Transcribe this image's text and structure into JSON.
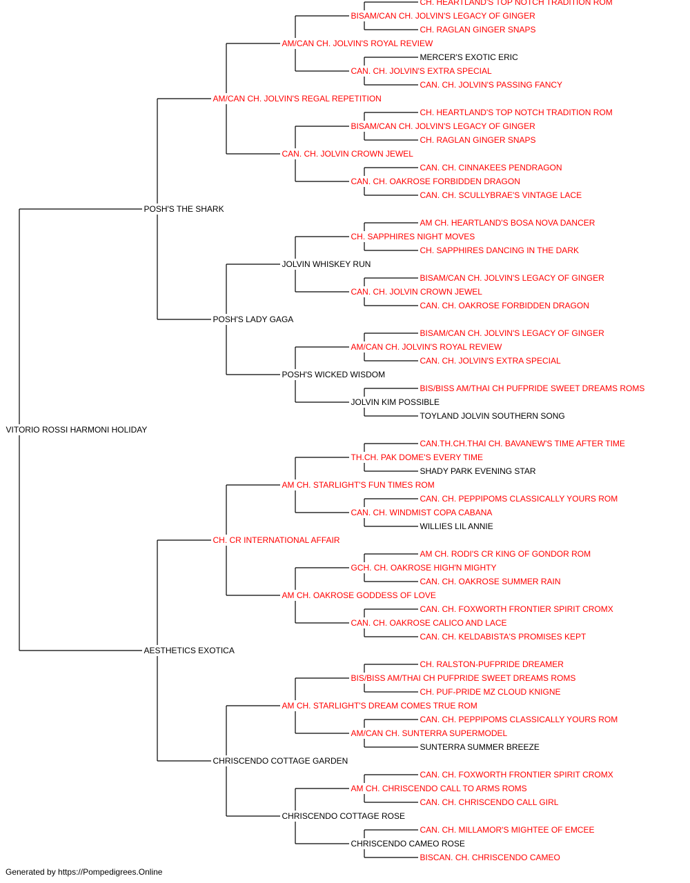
{
  "colors": {
    "champion": "#ff0000",
    "regular": "#000000",
    "line": "#000000"
  },
  "pedigree": {
    "subject": {
      "name": "VITORIO ROSSI HARMONI HOLIDAY",
      "champion": false
    },
    "sire": {
      "name": "POSH'S THE SHARK",
      "champion": false,
      "sire": {
        "name": "AM/CAN CH. JOLVIN'S REGAL REPETITION",
        "champion": true,
        "sire": {
          "name": "AM/CAN CH. JOLVIN'S ROYAL REVIEW",
          "champion": true,
          "sire": {
            "name": "BISAM/CAN CH. JOLVIN'S LEGACY OF GINGER",
            "champion": true,
            "sire": {
              "name": "CH. HEARTLAND'S TOP NOTCH TRADITION ROM",
              "champion": true
            },
            "dam": {
              "name": "CH. RAGLAN GINGER SNAPS",
              "champion": true
            }
          },
          "dam": {
            "name": "CAN. CH. JOLVIN'S EXTRA SPECIAL",
            "champion": true,
            "sire": {
              "name": "MERCER'S EXOTIC ERIC",
              "champion": false
            },
            "dam": {
              "name": "CAN. CH. JOLVIN'S PASSING FANCY",
              "champion": true
            }
          }
        },
        "dam": {
          "name": "CAN. CH. JOLVIN CROWN JEWEL",
          "champion": true,
          "sire": {
            "name": "BISAM/CAN CH. JOLVIN'S LEGACY OF GINGER",
            "champion": true,
            "sire": {
              "name": "CH. HEARTLAND'S TOP NOTCH TRADITION ROM",
              "champion": true
            },
            "dam": {
              "name": "CH. RAGLAN GINGER SNAPS",
              "champion": true
            }
          },
          "dam": {
            "name": "CAN. CH. OAKROSE FORBIDDEN DRAGON",
            "champion": true,
            "sire": {
              "name": "CAN. CH. CINNAKEES PENDRAGON",
              "champion": true
            },
            "dam": {
              "name": "CAN. CH. SCULLYBRAE'S VINTAGE LACE",
              "champion": true
            }
          }
        }
      },
      "dam": {
        "name": "POSH'S LADY GAGA",
        "champion": false,
        "sire": {
          "name": "JOLVIN WHISKEY RUN",
          "champion": false,
          "sire": {
            "name": "CH. SAPPHIRES NIGHT MOVES",
            "champion": true,
            "sire": {
              "name": "AM CH. HEARTLAND'S BOSA NOVA DANCER",
              "champion": true
            },
            "dam": {
              "name": "CH. SAPPHIRES DANCING IN THE DARK",
              "champion": true
            }
          },
          "dam": {
            "name": "CAN. CH. JOLVIN CROWN JEWEL",
            "champion": true,
            "sire": {
              "name": "BISAM/CAN CH. JOLVIN'S LEGACY OF GINGER",
              "champion": true
            },
            "dam": {
              "name": "CAN. CH. OAKROSE FORBIDDEN DRAGON",
              "champion": true
            }
          }
        },
        "dam": {
          "name": "POSH'S WICKED WISDOM",
          "champion": false,
          "sire": {
            "name": "AM/CAN CH. JOLVIN'S ROYAL REVIEW",
            "champion": true,
            "sire": {
              "name": "BISAM/CAN CH. JOLVIN'S LEGACY OF GINGER",
              "champion": true
            },
            "dam": {
              "name": "CAN. CH. JOLVIN'S EXTRA SPECIAL",
              "champion": true
            }
          },
          "dam": {
            "name": "JOLVIN KIM POSSIBLE",
            "champion": false,
            "sire": {
              "name": "BIS/BISS AM/THAI CH PUFPRIDE SWEET DREAMS ROMS",
              "champion": true
            },
            "dam": {
              "name": "TOYLAND JOLVIN SOUTHERN SONG",
              "champion": false
            }
          }
        }
      }
    },
    "dam": {
      "name": "AESTHETICS EXOTICA",
      "champion": false,
      "sire": {
        "name": "CH. CR INTERNATIONAL AFFAIR",
        "champion": true,
        "sire": {
          "name": "AM CH. STARLIGHT'S FUN TIMES ROM",
          "champion": true,
          "sire": {
            "name": "TH.CH. PAK DOME'S EVERY TIME",
            "champion": true,
            "sire": {
              "name": "CAN.TH.CH.THAI CH. BAVANEW'S TIME AFTER TIME",
              "champion": true
            },
            "dam": {
              "name": "SHADY PARK EVENING STAR",
              "champion": false
            }
          },
          "dam": {
            "name": "CAN. CH. WINDMIST COPA CABANA",
            "champion": true,
            "sire": {
              "name": "CAN. CH. PEPPIPOMS CLASSICALLY YOURS ROM",
              "champion": true
            },
            "dam": {
              "name": "WILLIES LIL ANNIE",
              "champion": false
            }
          }
        },
        "dam": {
          "name": "AM CH. OAKROSE GODDESS OF LOVE",
          "champion": true,
          "sire": {
            "name": "GCH. CH. OAKROSE HIGH'N MIGHTY",
            "champion": true,
            "sire": {
              "name": "AM CH. RODI'S CR KING OF GONDOR ROM",
              "champion": true
            },
            "dam": {
              "name": "CAN. CH. OAKROSE SUMMER RAIN",
              "champion": true
            }
          },
          "dam": {
            "name": "CAN. CH. OAKROSE CALICO AND LACE",
            "champion": true,
            "sire": {
              "name": "CAN. CH. FOXWORTH FRONTIER SPIRIT CROMX",
              "champion": true
            },
            "dam": {
              "name": "CAN. CH. KELDABISTA'S PROMISES KEPT",
              "champion": true
            }
          }
        }
      },
      "dam": {
        "name": "CHRISCENDO COTTAGE GARDEN",
        "champion": false,
        "sire": {
          "name": "AM CH. STARLIGHT'S DREAM COMES TRUE ROM",
          "champion": true,
          "sire": {
            "name": "BIS/BISS AM/THAI CH PUFPRIDE SWEET DREAMS ROMS",
            "champion": true,
            "sire": {
              "name": "CH. RALSTON-PUFPRIDE DREAMER",
              "champion": true
            },
            "dam": {
              "name": "CH. PUF-PRIDE MZ CLOUD KNIGNE",
              "champion": true
            }
          },
          "dam": {
            "name": "AM/CAN CH. SUNTERRA SUPERMODEL",
            "champion": true,
            "sire": {
              "name": "CAN. CH. PEPPIPOMS CLASSICALLY YOURS ROM",
              "champion": true
            },
            "dam": {
              "name": "SUNTERRA SUMMER BREEZE",
              "champion": false
            }
          }
        },
        "dam": {
          "name": "CHRISCENDO COTTAGE ROSE",
          "champion": false,
          "sire": {
            "name": "AM CH. CHRISCENDO CALL TO ARMS ROMS",
            "champion": true,
            "sire": {
              "name": "CAN. CH. FOXWORTH FRONTIER SPIRIT CROMX",
              "champion": true
            },
            "dam": {
              "name": "CAN. CH. CHRISCENDO CALL GIRL",
              "champion": true
            }
          },
          "dam": {
            "name": "CHRISCENDO CAMEO ROSE",
            "champion": false,
            "sire": {
              "name": "CAN. CH. MILLAMOR'S MIGHTEE OF EMCEE",
              "champion": true
            },
            "dam": {
              "name": "BISCAN. CH. CHRISCENDO CAMEO",
              "champion": true
            }
          }
        }
      }
    }
  },
  "footer": {
    "text": "Generated by https://Pompedigrees.Online"
  }
}
